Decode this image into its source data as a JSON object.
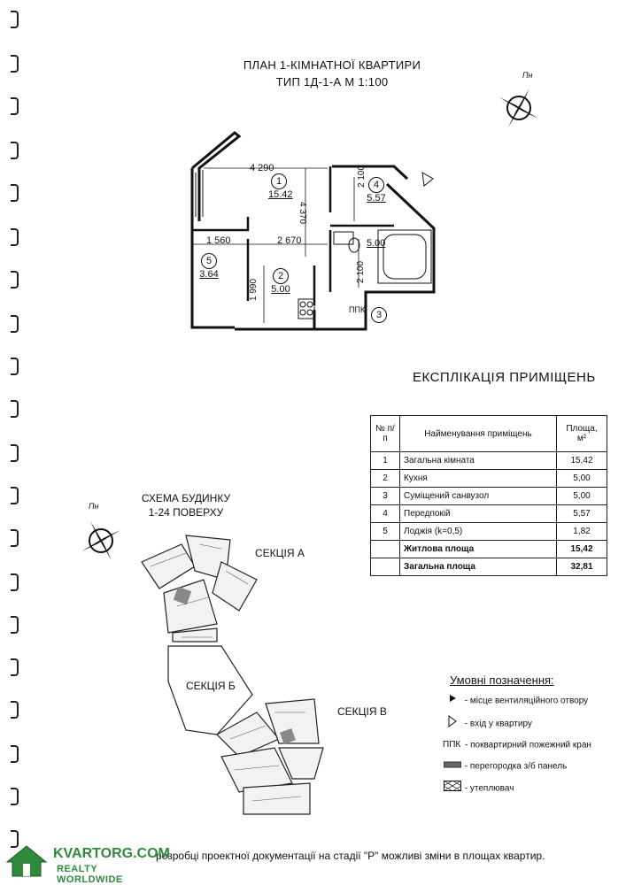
{
  "plan": {
    "title_line1": "ПЛАН 1-КІМНАТНОЇ КВАРТИРИ",
    "title_line2": "ТИП 1Д-1-А  М 1:100",
    "north_label": "Пн",
    "rooms": [
      {
        "num": "1",
        "area": "15.42"
      },
      {
        "num": "2",
        "area": "5.00"
      },
      {
        "num": "3",
        "area": "5.00"
      },
      {
        "num": "4",
        "area": "5.57"
      },
      {
        "num": "5",
        "area": "3.64"
      }
    ],
    "dimensions": [
      "4 290",
      "4 370",
      "2 100",
      "1 560",
      "2 670",
      "1 990",
      "2 100"
    ],
    "ppk_label": "ППК",
    "ppk_num": "3"
  },
  "explication": {
    "title": "ЕКСПЛІКАЦІЯ ПРИМІЩЕНЬ",
    "headers": [
      "№ п/п",
      "Найменування приміщень",
      "Площа, м²"
    ],
    "rows": [
      {
        "num": "1",
        "name": "Загальна кімната",
        "area": "15,42"
      },
      {
        "num": "2",
        "name": "Кухня",
        "area": "5,00"
      },
      {
        "num": "3",
        "name": "Суміщений санвузол",
        "area": "5,00"
      },
      {
        "num": "4",
        "name": "Передпокій",
        "area": "5,57"
      },
      {
        "num": "5",
        "name": "Лоджія (k=0,5)",
        "area": "1,82"
      }
    ],
    "totals": [
      {
        "name": "Житлова площа",
        "area": "15,42"
      },
      {
        "name": "Загальна площа",
        "area": "32,81"
      }
    ]
  },
  "scheme": {
    "title_line1": "СХЕМА БУДИНКУ",
    "title_line2": "1-24 ПОВЕРХУ",
    "north_label": "Пн",
    "section_a": "СЕКЦІЯ  А",
    "section_b": "СЕКЦІЯ  Б",
    "section_v": "СЕКЦІЯ  В"
  },
  "legend": {
    "title": "Умовні позначення:",
    "items": [
      {
        "icon": "vent-triangle-icon",
        "text": "- місце вентиляційного отвору"
      },
      {
        "icon": "entrance-arrow-icon",
        "text": "- вхід у квартиру"
      },
      {
        "icon": "ppk-text",
        "symbol": "ППК",
        "text": "- поквартирний пожежний кран"
      },
      {
        "icon": "panel-hatch-icon",
        "text": "- перегородка з/б панель"
      },
      {
        "icon": "insulation-hatch-icon",
        "text": "- утеплювач"
      }
    ]
  },
  "footer": {
    "note_visible": "розробці проектної документації на стадії \"Р\" можливі зміни в площах квартир."
  },
  "watermark": {
    "line1": "KVARTORG.COM",
    "line2": "REALTY WORLDWIDE"
  }
}
